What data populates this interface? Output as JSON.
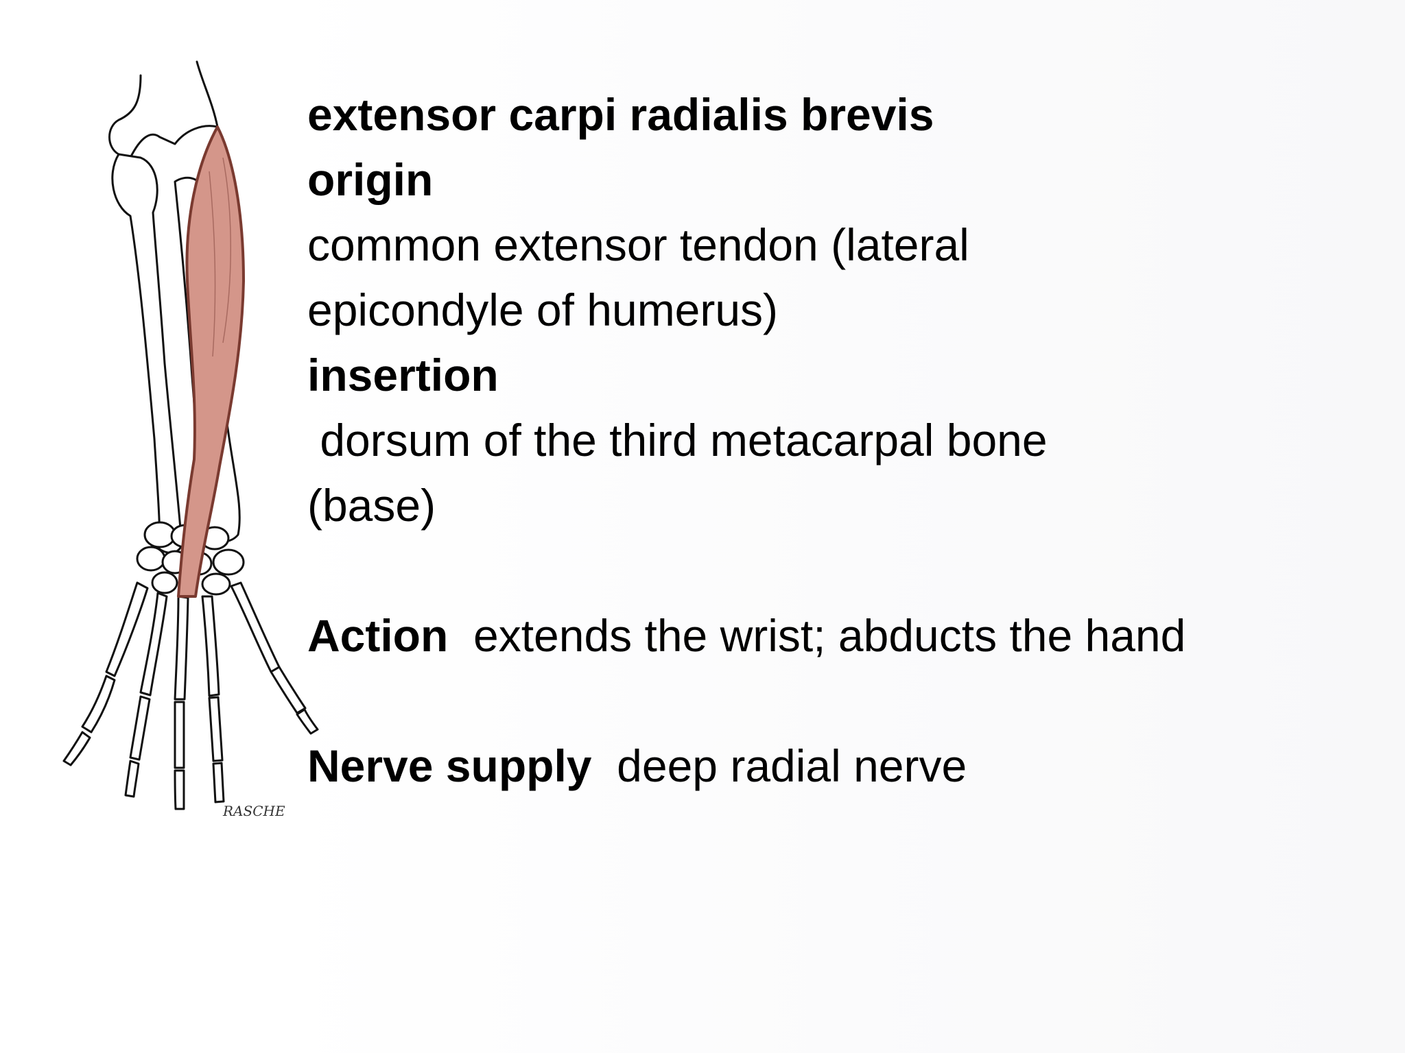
{
  "slide": {
    "title": "extensor carpi radialis brevis",
    "origin_heading": "origin",
    "origin_line1": "common extensor tendon (lateral",
    "origin_line2": "epicondyle of humerus)",
    "insertion_heading": "insertion",
    "insertion_line1": " dorsum of the third metacarpal bone",
    "insertion_line2": "(base)",
    "action_label": "Action",
    "action_text": "  extends the wrist; abducts the hand",
    "nerve_label": "Nerve supply",
    "nerve_text": "  deep radial nerve"
  },
  "illustration": {
    "muscle_color": "#d4968a",
    "muscle_outline_color": "#7a3a30",
    "signature": "RASCHE"
  }
}
